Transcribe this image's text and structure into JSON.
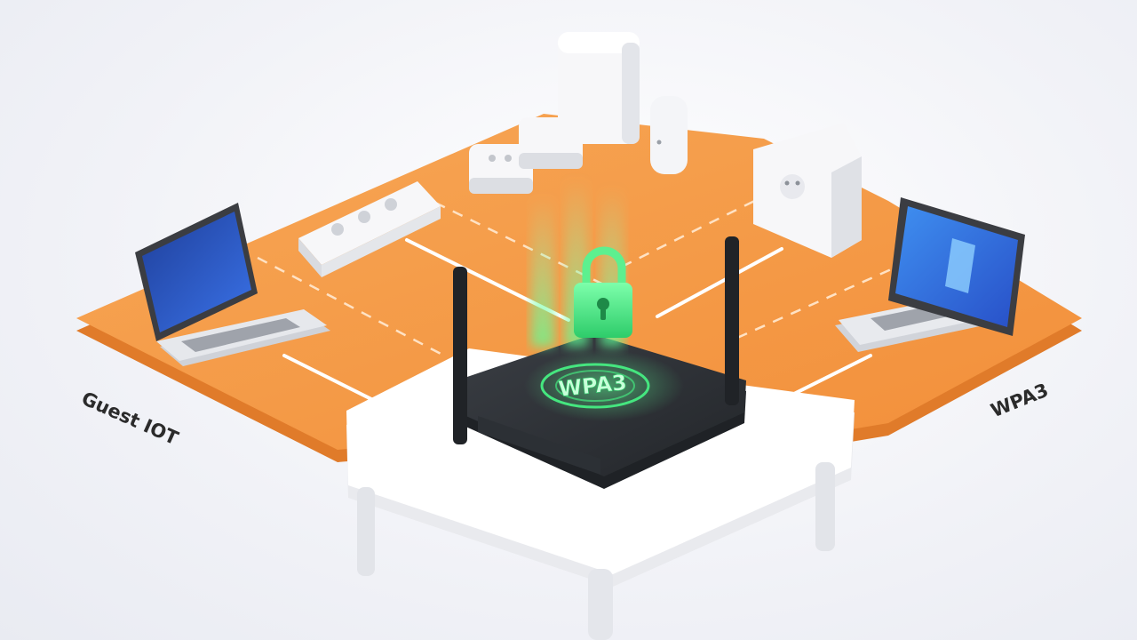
{
  "labels": {
    "guest_zone": "Guest IOT",
    "secure_zone": "WPA3",
    "router_badge": "WPA3"
  },
  "colors": {
    "zone_orange": "#f59a45",
    "zone_orange_edge": "#e07b2a",
    "lock_green": "#3fe07a",
    "router_body": "#2c2f33",
    "device_white": "#f7f7f9",
    "screen_blue": "#2f63d8"
  },
  "icons": {
    "security": "lock-icon",
    "router": "router-icon"
  }
}
